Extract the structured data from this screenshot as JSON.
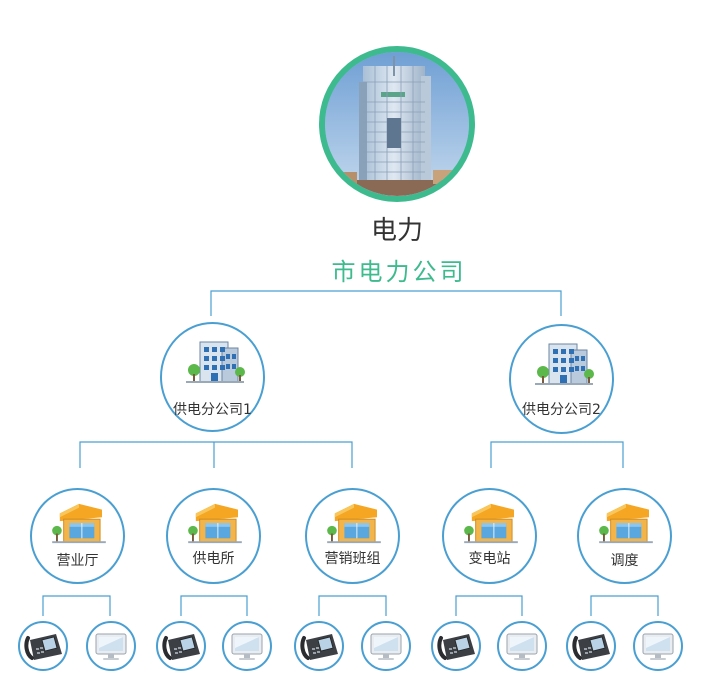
{
  "root": {
    "title": "电力",
    "subtitle": "市电力公司"
  },
  "branches": [
    {
      "label": "供电分公司1",
      "icon": "office-building-icon"
    },
    {
      "label": "供电分公司2",
      "icon": "office-building-icon"
    }
  ],
  "units": [
    {
      "label": "营业厅",
      "icon": "shop-icon"
    },
    {
      "label": "供电所",
      "icon": "shop-icon"
    },
    {
      "label": "营销班组",
      "icon": "shop-icon"
    },
    {
      "label": "变电站",
      "icon": "shop-icon"
    },
    {
      "label": "调度",
      "icon": "shop-icon"
    }
  ],
  "devices": {
    "phone_icon": "desk-phone-icon",
    "computer_icon": "computer-monitor-icon"
  },
  "colors": {
    "line": "#4a9fd2",
    "accent": "#3dbb8f",
    "circle_border": "#4a9fd2"
  }
}
